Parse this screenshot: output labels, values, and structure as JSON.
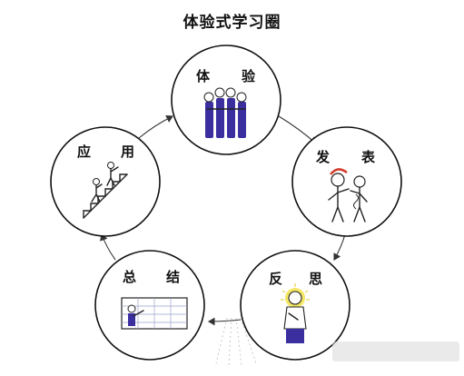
{
  "title": "体验式学习圈",
  "stages": [
    {
      "id": "experience",
      "label_a": "体",
      "label_b": "验"
    },
    {
      "id": "express",
      "label_a": "发",
      "label_b": "表"
    },
    {
      "id": "reflect",
      "label_a": "反",
      "label_b": "思"
    },
    {
      "id": "summarize",
      "label_a": "总",
      "label_b": "结"
    },
    {
      "id": "apply",
      "label_a": "应",
      "label_b": "用"
    }
  ],
  "colors": {
    "figure_blue": "#3b2fa0",
    "figure_red": "#d23a2a",
    "figure_yellow": "#f3e34a",
    "line": "#111111"
  },
  "icons": {
    "experience": "group-hug-icon",
    "express": "two-people-talking-icon",
    "reflect": "thinking-person-icon",
    "summarize": "person-at-board-icon",
    "apply": "climbing-stairs-icon"
  }
}
